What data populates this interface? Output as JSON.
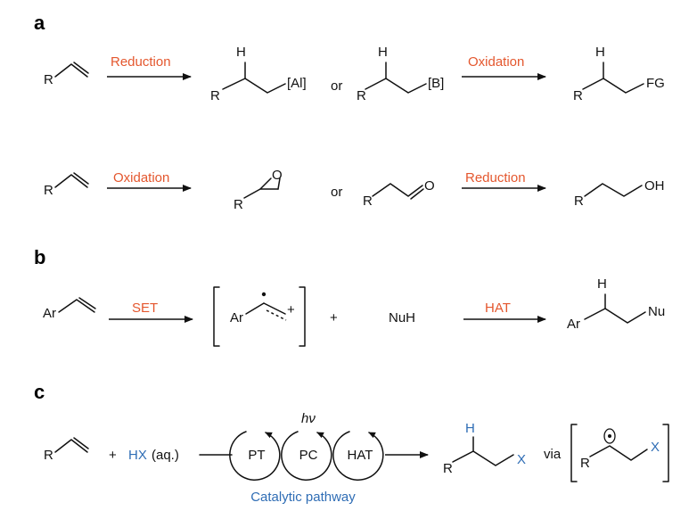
{
  "sections": {
    "a": "a",
    "b": "b",
    "c": "c"
  },
  "colors": {
    "orange": "#e4572e",
    "blue": "#2f6db5",
    "black": "#111111"
  },
  "row1": {
    "r_start": "R",
    "arrow1_label": "Reduction",
    "al_h": "H",
    "al_r": "R",
    "al_group": "[Al]",
    "or": "or",
    "b_h": "H",
    "b_r": "R",
    "b_group": "[B]",
    "arrow2_label": "Oxidation",
    "fg_h": "H",
    "fg_r": "R",
    "fg_group": "FG"
  },
  "row2": {
    "r_start": "R",
    "arrow1_label": "Oxidation",
    "epox_r": "R",
    "epox_o": "O",
    "or": "or",
    "ald_r": "R",
    "ald_o": "O",
    "arrow2_label": "Reduction",
    "alc_r": "R",
    "alc_oh": "OH"
  },
  "rowb": {
    "ar": "Ar",
    "arrow1_label": "SET",
    "cation_ar": "Ar",
    "cation_plus": "+",
    "plus": "+",
    "nuh": "NuH",
    "arrow2_label": "HAT",
    "prod_h": "H",
    "prod_ar": "Ar",
    "prod_nu": "Nu"
  },
  "rowc": {
    "r": "R",
    "plus": "+",
    "hx": "HX",
    "aq": "(aq.)",
    "cycles": [
      "PT",
      "PC",
      "HAT"
    ],
    "hv": "hν",
    "caption": "Catalytic pathway",
    "prod_h": "H",
    "prod_r": "R",
    "prod_x": "X",
    "via": "via",
    "rad_r": "R",
    "rad_x": "X"
  }
}
